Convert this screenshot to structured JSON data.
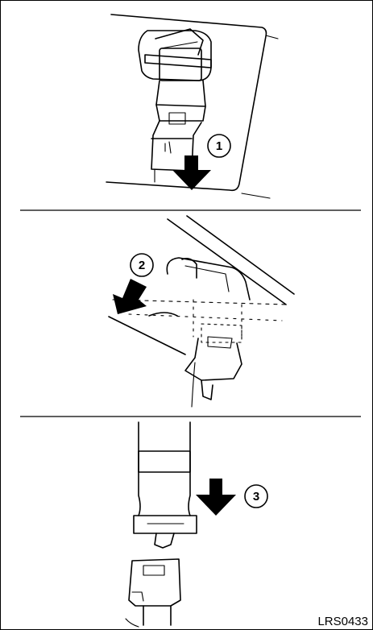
{
  "figure_code": "LRS0433",
  "steps": [
    {
      "number": "1",
      "arrow": "down-arrow"
    },
    {
      "number": "2",
      "arrow": "down-left-arrow"
    },
    {
      "number": "3",
      "arrow": "down-arrow"
    }
  ]
}
